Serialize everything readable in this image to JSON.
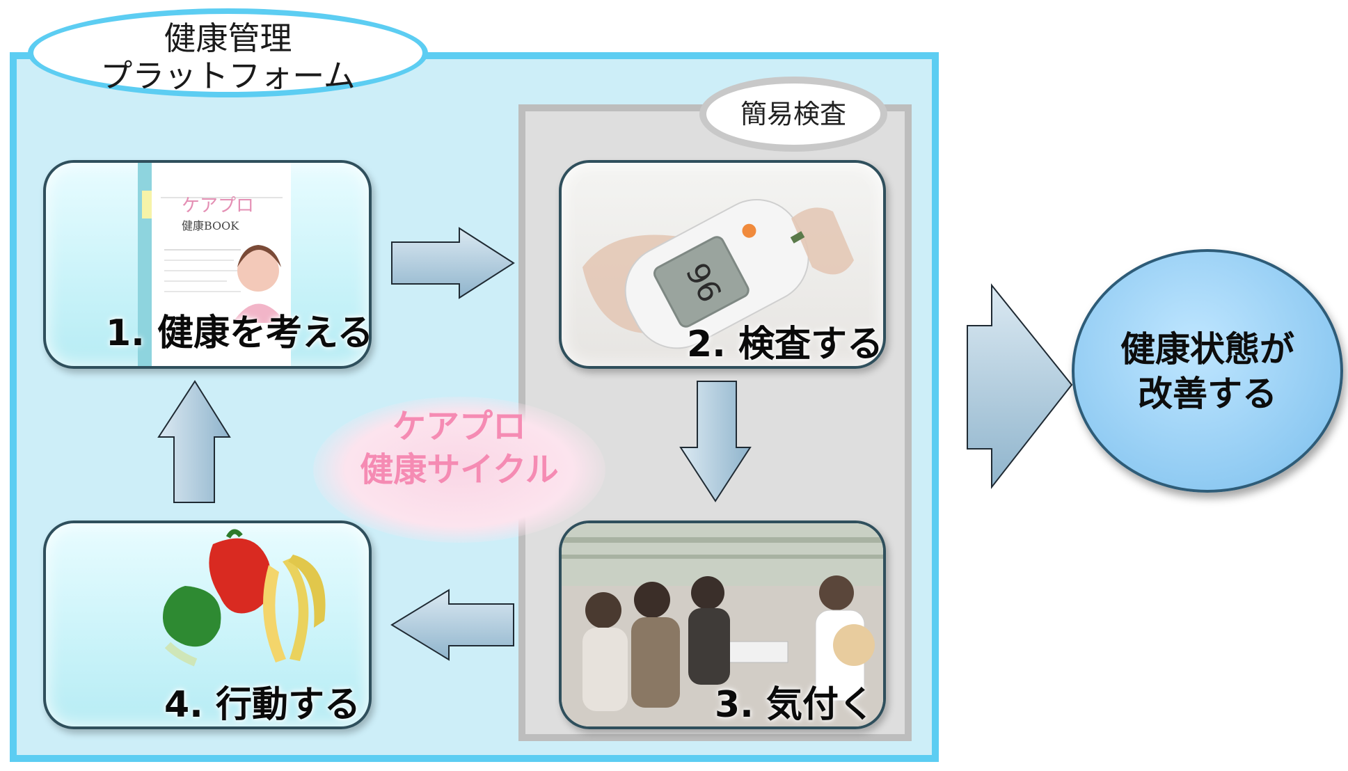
{
  "platform": {
    "title_line1": "健康管理",
    "title_line2": "プラットフォーム"
  },
  "inspection": {
    "label": "簡易検査"
  },
  "cycle": {
    "line1": "ケアプロ",
    "line2": "健康サイクル"
  },
  "steps": [
    {
      "label": "1. 健康を考える",
      "image": "health-book-image",
      "book_title": "ケアプロ",
      "book_subtitle": "健康BOOK"
    },
    {
      "label": "2. 検査する",
      "image": "glucose-meter-image",
      "meter_reading": "96"
    },
    {
      "label": "3. 気付く",
      "image": "consultation-photo-image"
    },
    {
      "label": "4. 行動する",
      "image": "vegetables-image"
    }
  ],
  "result": {
    "line1": "健康状態が",
    "line2": "改善する"
  },
  "colors": {
    "platform_fill": "#cdeef8",
    "platform_border": "#5ccdf2",
    "inspection_fill": "#dedede",
    "inspection_border": "#bdbdbd",
    "cycle_text": "#f58bb3",
    "result_fill": "#8fcaf2",
    "arrow_fill": "#a9c9dc"
  }
}
